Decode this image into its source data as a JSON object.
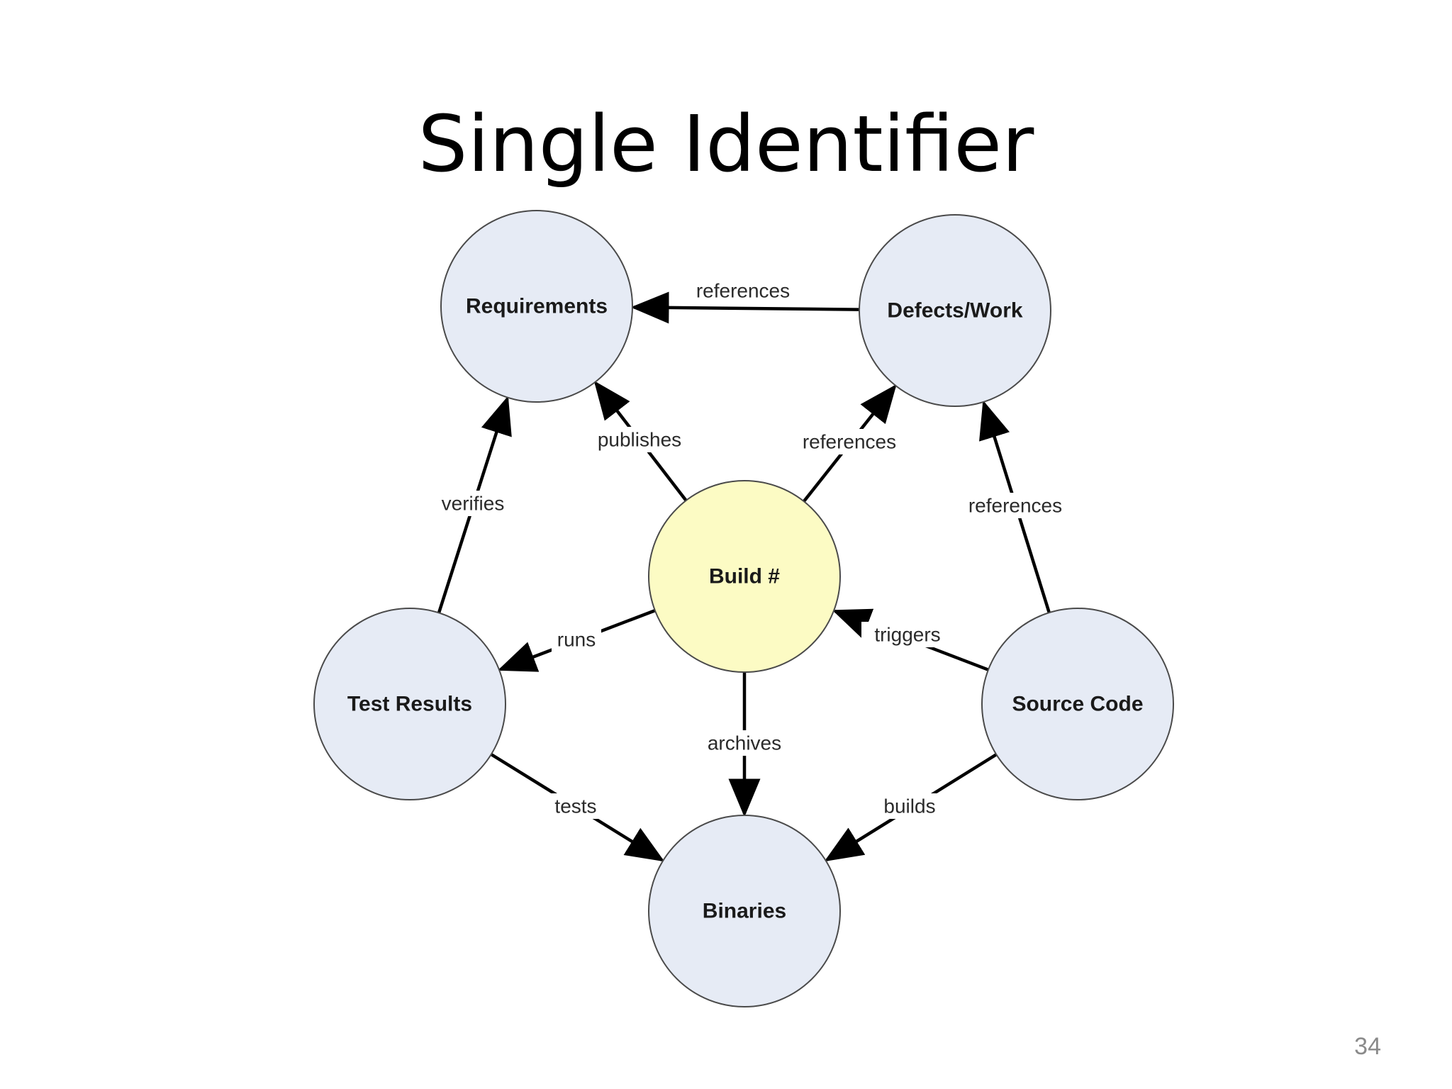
{
  "title": "Single Identifier",
  "page_number": "34",
  "colors": {
    "node_fill": "#e6ebf5",
    "center_fill": "#fcfbc4",
    "node_stroke": "#4a4a4a",
    "edge": "#000000"
  },
  "nodes": [
    {
      "id": "requirements",
      "label": "Requirements"
    },
    {
      "id": "defects",
      "label": "Defects/Work"
    },
    {
      "id": "build",
      "label": "Build #"
    },
    {
      "id": "test_results",
      "label": "Test Results"
    },
    {
      "id": "source_code",
      "label": "Source Code"
    },
    {
      "id": "binaries",
      "label": "Binaries"
    }
  ],
  "edges": [
    {
      "from": "defects",
      "to": "requirements",
      "label": "references"
    },
    {
      "from": "build",
      "to": "requirements",
      "label": "publishes"
    },
    {
      "from": "build",
      "to": "defects",
      "label": "references"
    },
    {
      "from": "test_results",
      "to": "requirements",
      "label": "verifies"
    },
    {
      "from": "source_code",
      "to": "defects",
      "label": "references"
    },
    {
      "from": "build",
      "to": "test_results",
      "label": "runs"
    },
    {
      "from": "source_code",
      "to": "build",
      "label": "triggers"
    },
    {
      "from": "build",
      "to": "binaries",
      "label": "archives"
    },
    {
      "from": "test_results",
      "to": "binaries",
      "label": "tests"
    },
    {
      "from": "source_code",
      "to": "binaries",
      "label": "builds"
    }
  ]
}
